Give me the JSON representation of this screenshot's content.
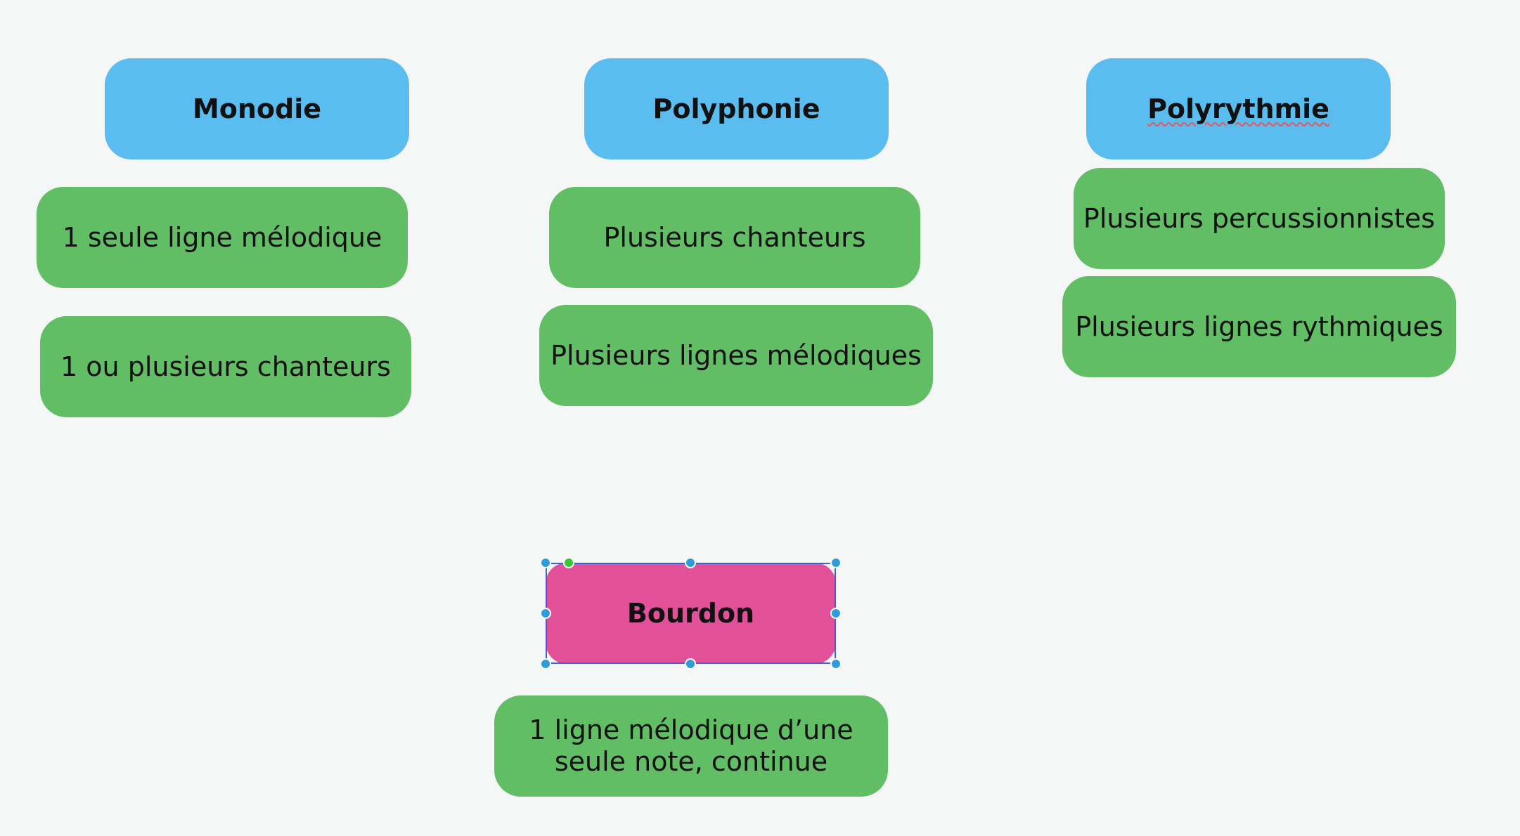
{
  "columns": [
    {
      "title": "Monodie",
      "items": [
        "1 seule ligne mélodique",
        "1 ou plusieurs chanteurs"
      ]
    },
    {
      "title": "Polyphonie",
      "items": [
        "Plusieurs chanteurs",
        "Plusieurs lignes mélodiques"
      ]
    },
    {
      "title": "Polyrythmie",
      "items": [
        "Plusieurs percussionnistes",
        "Plusieurs lignes rythmiques"
      ]
    }
  ],
  "bourdon": {
    "title": "Bourdon",
    "description_line1": "1 ligne mélodique d’une",
    "description_line2": "seule note, continue"
  },
  "colors": {
    "title_box": "#5bbcef",
    "item_box": "#61be65",
    "selected_box": "#e2509a",
    "selection_handle": "#2f9bd8",
    "rotation_handle": "#35c832"
  }
}
